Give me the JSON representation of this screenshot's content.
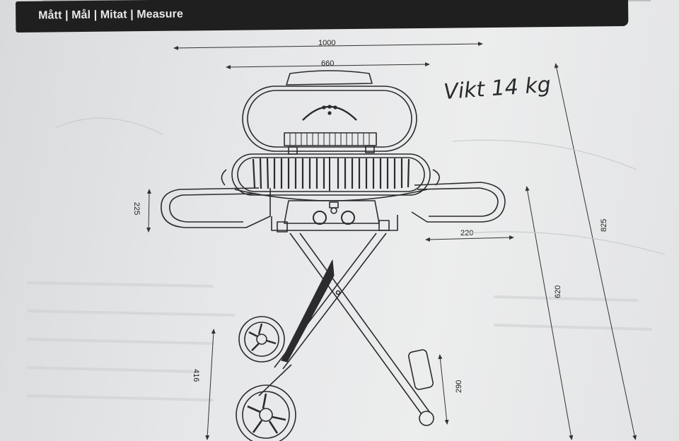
{
  "header": {
    "title": "Mått | Mål | Mitat | Measure"
  },
  "annotation": {
    "handwritten_note": "Vikt 14 kg"
  },
  "dimensions": {
    "total_width": "1000",
    "grill_width": "660",
    "side_table_height": "225",
    "side_table_depth": "220",
    "working_height": "620",
    "total_height": "825",
    "wheel_height": "416",
    "leg_height": "290"
  }
}
